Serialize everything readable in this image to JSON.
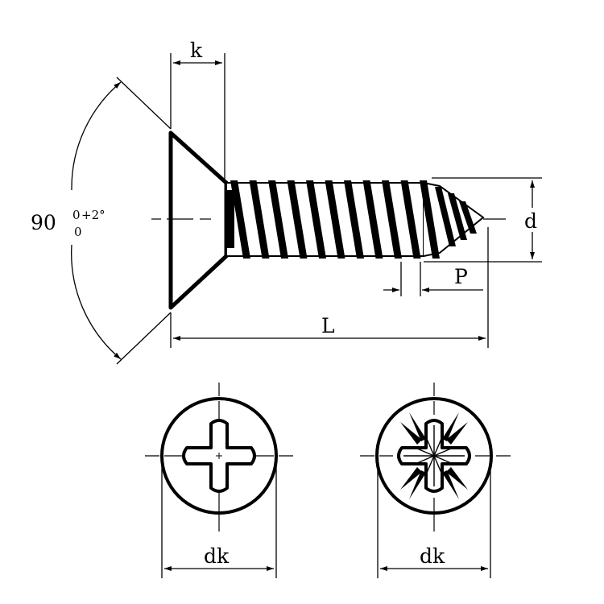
{
  "labels": {
    "k": "k",
    "d": "d",
    "p": "P",
    "l": "L",
    "dk_left": "dk",
    "dk_right": "dk",
    "angle_main": "90",
    "angle_lower": "0",
    "angle_upper_left": "0",
    "angle_upper_right": "+2°"
  },
  "views": {
    "left": "phillips-head-view",
    "right": "pozidriv-head-view"
  }
}
